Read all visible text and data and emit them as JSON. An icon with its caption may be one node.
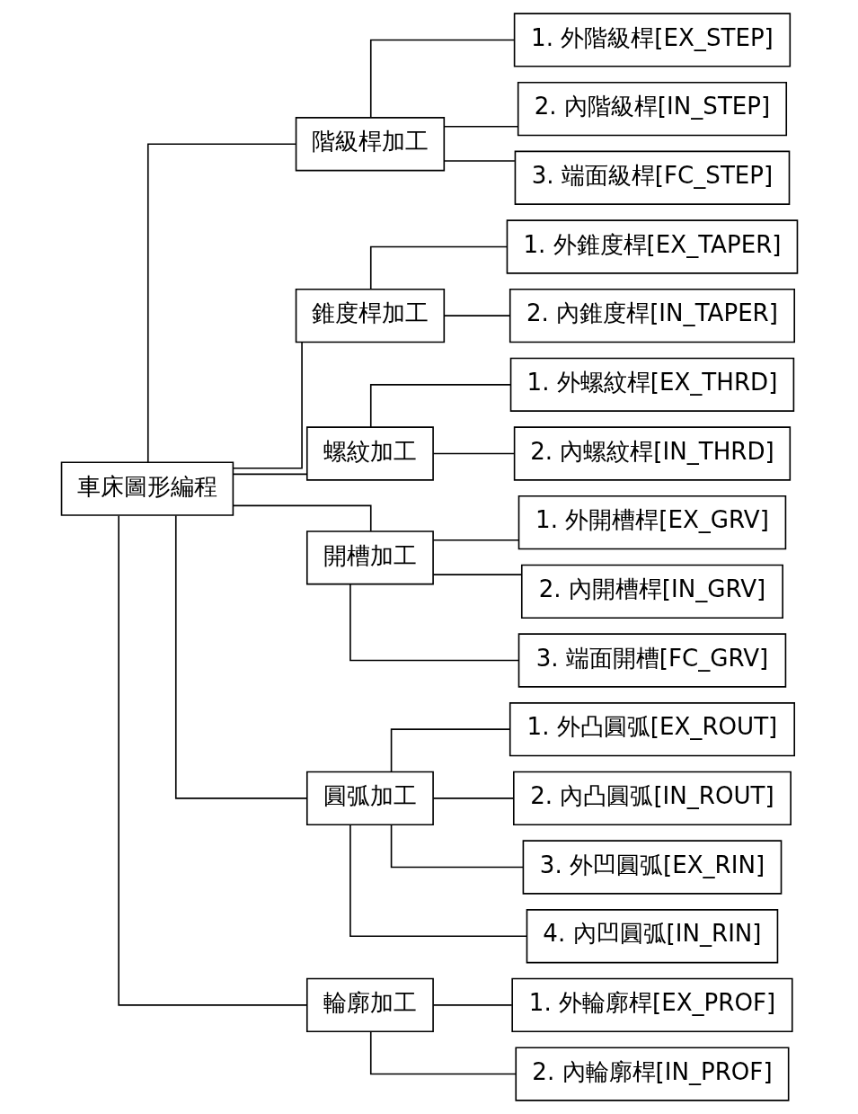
{
  "diagram": {
    "nodes": [
      {
        "text": [
          "車床圖形編程"
        ]
      },
      {
        "text": [
          "階級桿加工"
        ]
      },
      {
        "text": [
          "1. 外階級桿[EX_STEP]"
        ]
      },
      {
        "text": [
          "2. 內階級桿[IN_STEP]"
        ]
      },
      {
        "text": [
          "3. 端面級桿[FC_STEP]"
        ]
      },
      {
        "text": [
          "錐度桿加工"
        ]
      },
      {
        "text": [
          "1. 外錐度桿[EX_TAPER]"
        ]
      },
      {
        "text": [
          "2. 內錐度桿[IN_TAPER]"
        ]
      },
      {
        "text": [
          "螺紋加工"
        ]
      },
      {
        "text": [
          "1. 外螺紋桿[EX_THRD]"
        ]
      },
      {
        "text": [
          "2. 內螺紋桿[IN_THRD]"
        ]
      },
      {
        "text": [
          "開槽加工"
        ]
      },
      {
        "text": [
          "1. 外開槽桿[EX_GRV]"
        ]
      },
      {
        "text": [
          "2. 內開槽桿[IN_GRV]"
        ]
      },
      {
        "text": [
          "3. 端面開槽[FC_GRV]"
        ]
      },
      {
        "text": [
          "圓弧加工"
        ]
      },
      {
        "text": [
          "1. 外凸圓弧[EX_ROUT]"
        ]
      },
      {
        "text": [
          "2. 內凸圓弧[IN_ROUT]"
        ]
      },
      {
        "text": [
          "3. 外凹圓弧[EX_RIN]"
        ]
      },
      {
        "text": [
          "4. 內凹圓弧[IN_RIN]"
        ]
      },
      {
        "text": [
          "輪廓加工"
        ]
      },
      {
        "text": [
          "1. 外輪廓桿[EX_PROF]"
        ]
      },
      {
        "text": [
          "2. 內輪廓桿[IN_PROF]"
        ]
      }
    ],
    "edges": [
      {
        "from": 0,
        "to": 1,
        "arrow": "none"
      },
      {
        "from": 0,
        "to": 5,
        "arrow": "none"
      },
      {
        "from": 0,
        "to": 8,
        "arrow": "none"
      },
      {
        "from": 0,
        "to": 11,
        "arrow": "none"
      },
      {
        "from": 0,
        "to": 15,
        "arrow": "none"
      },
      {
        "from": 0,
        "to": 20,
        "arrow": "none"
      },
      {
        "from": 1,
        "to": 2,
        "arrow": "none"
      },
      {
        "from": 1,
        "to": 3,
        "arrow": "none"
      },
      {
        "from": 1,
        "to": 4,
        "arrow": "none"
      },
      {
        "from": 5,
        "to": 6,
        "arrow": "none"
      },
      {
        "from": 5,
        "to": 7,
        "arrow": "none"
      },
      {
        "from": 8,
        "to": 9,
        "arrow": "none"
      },
      {
        "from": 8,
        "to": 10,
        "arrow": "none"
      },
      {
        "from": 11,
        "to": 12,
        "arrow": "none"
      },
      {
        "from": 11,
        "to": 13,
        "arrow": "none"
      },
      {
        "from": 11,
        "to": 14,
        "arrow": "none"
      },
      {
        "from": 15,
        "to": 16,
        "arrow": "none"
      },
      {
        "from": 15,
        "to": 17,
        "arrow": "none"
      },
      {
        "from": 15,
        "to": 18,
        "arrow": "none"
      },
      {
        "from": 15,
        "to": 19,
        "arrow": "none"
      },
      {
        "from": 20,
        "to": 21,
        "arrow": "none"
      },
      {
        "from": 20,
        "to": 22,
        "arrow": "none"
      }
    ]
  }
}
